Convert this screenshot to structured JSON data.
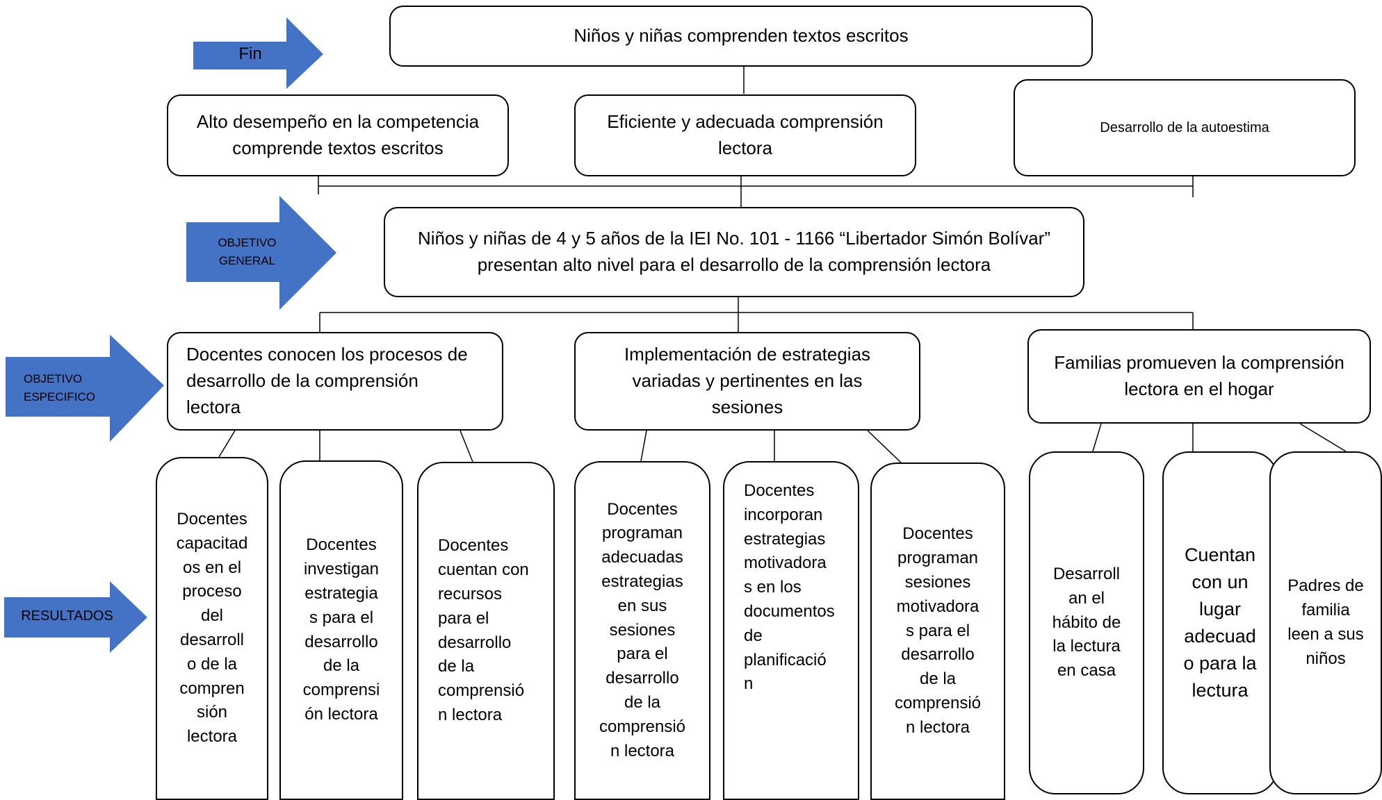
{
  "arrows": [
    {
      "id": "fin",
      "label": "Fin",
      "color": "#4472C4"
    },
    {
      "id": "objetivo-general",
      "label": "OBJETIVO\nGENERAL",
      "color": "#4472C4"
    },
    {
      "id": "objetivo-especifico",
      "label": "OBJETIVO\nESPECIFICO",
      "color": "#4472C4"
    },
    {
      "id": "resultados",
      "label": "RESULTADOS",
      "color": "#4472C4"
    }
  ],
  "fin": {
    "text": "Niños y niñas comprenden textos escritos",
    "effects": [
      "Alto desempeño en la competencia\ncomprende textos escritos",
      "Eficiente y adecuada comprensión\nlectora",
      "Desarrollo de la autoestima"
    ]
  },
  "objetivo_general": {
    "text": "Niños y niñas de 4 y 5 años de la IEI No. 101 - 1166 “Libertador Simón Bolívar”\npresentan alto nivel para el desarrollo de la comprensión lectora"
  },
  "objetivos_especificos": [
    {
      "text": "Docentes conocen los procesos de\ndesarrollo de la comprensión\nlectora"
    },
    {
      "text": "Implementación de estrategias\nvariadas y pertinentes en las\nsesiones"
    },
    {
      "text": "Familias promueven la comprensión\nlectora en el hogar"
    }
  ],
  "resultados": [
    "Docentes\ncapacitad\nos en el\nproceso\ndel\ndesarroll\no de la\ncompren\nsión\nlectora",
    "Docentes\ninvestigan\nestrategia\ns para el\ndesarrollo\nde la\ncomprensi\nón lectora",
    "Docentes\ncuentan con\nrecursos\npara el\ndesarrollo\nde la\ncomprensió\nn lectora",
    "Docentes\nprograman\nadecuadas\nestrategias\nen sus\nsesiones\npara el\ndesarrollo\nde la\ncomprensió\nn lectora",
    "Docentes\nincorporan\nestrategias\nmotivadora\ns en los\ndocumentos\nde\nplanificació\nn",
    "Docentes\nprograman\nsesiones\nmotivadora\ns para el\ndesarrollo\nde la\ncomprensió\nn lectora",
    "Desarroll\nan el\nhábito de\nla lectura\nen casa",
    "Cuentan\ncon un\nlugar\nadecuad\no para la\nlectura",
    "Padres de\nfamilia\nleen a sus\nniños"
  ]
}
